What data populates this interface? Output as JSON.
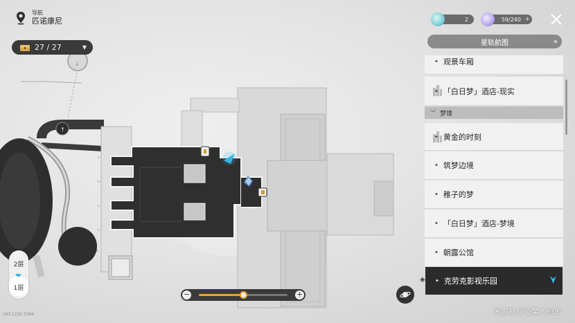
{
  "header": {
    "nav_label": "导航",
    "region_name": "匹诺康尼"
  },
  "chest_counter": {
    "text": "27 / 27",
    "icon": "chest-icon"
  },
  "resources": {
    "fuel": {
      "value": "2",
      "icon": "fuel-orb-icon",
      "color": "#7ecfd8"
    },
    "stamina": {
      "value": "59/240",
      "icon": "stamina-orb-icon",
      "color": "#b9a6ea"
    }
  },
  "starmap_button": {
    "label": "星轨航图"
  },
  "locations": {
    "items_top": [
      {
        "label": "观景车厢"
      },
      {
        "label": "「白日梦」酒店-现实"
      }
    ],
    "section_label": "梦境",
    "items_dream": [
      {
        "label": "黄金的时刻"
      },
      {
        "label": "筑梦边境"
      },
      {
        "label": "稚子的梦"
      },
      {
        "label": "「白日梦」酒店-梦境"
      },
      {
        "label": "朝露公馆"
      },
      {
        "label": "克劳克影视乐园",
        "selected": true
      }
    ]
  },
  "floors": [
    {
      "label": "2层",
      "active": false
    },
    {
      "label": "1层",
      "active": true
    }
  ],
  "zoom": {
    "level": 0.5
  },
  "uid_text": "UID:1232 3384",
  "watermark": "米游社@行某人606",
  "colors": {
    "accent_orange": "#f0a030",
    "accent_cyan": "#35b8e6",
    "panel_dark": "#2b2b2b"
  }
}
